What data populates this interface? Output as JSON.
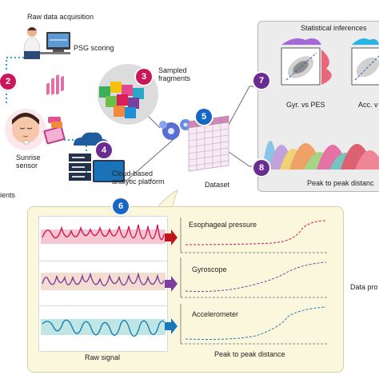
{
  "top_flow": {
    "raw_data_acquisition": "Raw data acquisition",
    "psg_scoring": "PSG scoring",
    "sampled_fragments": "Sampled\nfragments",
    "sunrise_sensor": "Sunrise\nsensor",
    "patients": "ients",
    "cloud_platform": "Cloud-based\nanalytic platform",
    "dataset": "Dataset"
  },
  "statistical_panel": {
    "title": "Statistical inferences",
    "scatter_left_label": "Gyr. vs PES",
    "scatter_right_label": "Acc. v",
    "density_label": "Peak to peak distanc"
  },
  "data_panel": {
    "rows": [
      {
        "label": "Esophageal pressure",
        "wave_color": "#d4145a",
        "band_color": "#f6c6d2",
        "arrow_color": "#c0171c"
      },
      {
        "label": "Gyroscope",
        "wave_color": "#7b3f9c",
        "band_color": "#f3dcd0",
        "arrow_color": "#7a3fa0"
      },
      {
        "label": "Accelerometer",
        "wave_color": "#1b7fb0",
        "band_color": "#bfe6e4",
        "arrow_color": "#1878c0"
      }
    ],
    "raw_signal_label": "Raw signal",
    "peak_label": "Peak to peak distance"
  },
  "side_label": "Data pro",
  "badges": [
    {
      "id": "badge-2",
      "num": "2",
      "color": "#c8185a"
    },
    {
      "id": "badge-3",
      "num": "3",
      "color": "#c8185a"
    },
    {
      "id": "badge-4",
      "num": "4",
      "color": "#6b2c91"
    },
    {
      "id": "badge-5",
      "num": "5",
      "color": "#1766c2"
    },
    {
      "id": "badge-6",
      "num": "6",
      "color": "#1766c2"
    },
    {
      "id": "badge-7",
      "num": "7",
      "color": "#6b2c91"
    },
    {
      "id": "badge-8",
      "num": "8",
      "color": "#6b2c91"
    }
  ],
  "colors": {
    "dotted_connector": "#2aa6d6",
    "link_line": "#6e6e6e"
  }
}
